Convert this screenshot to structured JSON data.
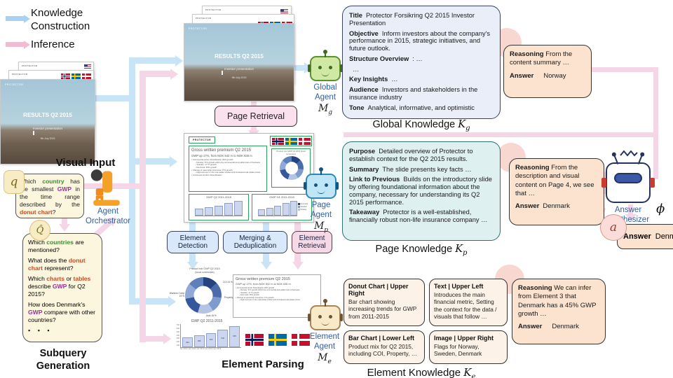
{
  "colors": {
    "flow_blue": "#c9e3f7",
    "flow_pink": "#f4d6e6",
    "term_green": "#3f8a34",
    "term_purple": "#9b2f9b",
    "term_red": "#cf4a1f",
    "agent_label_blue": "#2f5fa8",
    "global_box_bg": "#e9eef9",
    "page_box_bg": "#dff0f1",
    "element_card_bg": "#fdf2e7",
    "reasoning_bg": "#fbe3d0",
    "query_bg": "#fbf6dd",
    "annotation_green": "#2da05a"
  },
  "legend": {
    "knowledge": "Knowledge",
    "construction": "Construction",
    "inference": "Inference"
  },
  "visual_input": {
    "heading": "Visual Input",
    "q": "q",
    "qhat": "Q̂",
    "slide_cover": {
      "logo": "PROTECTOR",
      "title": "RESULTS Q2 2015",
      "subtitle": "Investor presentation",
      "date": "9th July 2015"
    },
    "question": {
      "t1": "Which ",
      "c1": "country",
      "t2": " has the smallest ",
      "c2": "GWP",
      "t3": " in the time range described by the ",
      "c3": "donut chart",
      "t4": "?"
    }
  },
  "orchestrator": {
    "line1": "Agent",
    "line2": "Orchestrator"
  },
  "subquery": {
    "label1": "Subquery",
    "label2": "Generation",
    "q1": {
      "t1": "Which ",
      "c1": "countries",
      "t2": " are mentioned?"
    },
    "q2": {
      "t1": "What does the ",
      "c1": "donut chart",
      "t2": " represent?"
    },
    "q3": {
      "t1": "Which ",
      "c1": "charts",
      "t2": " or ",
      "c2": "tables",
      "t3": " describe ",
      "c3": "GWP",
      "t4": " for Q2 2015?"
    },
    "q4": {
      "t1": "How does Denmark's ",
      "c1": "GWP",
      "t2": " compare with other countries?"
    },
    "more": "▪ ▪ ▪"
  },
  "page_retrieval": {
    "label": "Page Retrieval"
  },
  "annotated_slide": {
    "logo": "PROTECTOR",
    "title": "Gross written premium Q2 2015",
    "gwp_line": "GWP up 17%, from NOK 542 m to NOK 635 m",
    "bullets": [
      "Commercial sector Scandinavia: 20% growth",
      "Norway: 8 % growth within the commercial and public lines of business",
      "Sweden: 17 % growth",
      "Denmark: 45% growth",
      "Change of ownership insurance: 9 % growth",
      "High turnover in the real estate market and increased real estate prices",
      "Continued product diversification"
    ],
    "donut_title": "Product mix GWP Q2 2015 (local currencies)",
    "chart_q2": {
      "title": "GWP Q2 2011-2015",
      "values": [
        294,
        360,
        425,
        542,
        635
      ],
      "max": 700
    },
    "chart_h1": {
      "title": "GWP H1 2011-2015",
      "values": [
        560,
        680,
        820,
        1090,
        1300
      ],
      "max": 1400,
      "legend": [
        "Denmark",
        "Sweden",
        "Norway"
      ]
    },
    "page_num": "4"
  },
  "pipeline": {
    "det1": "Element",
    "det2": "Detection",
    "mer1": "Merging &",
    "mer2": "Deduplication",
    "ret1": "Element",
    "ret2": "Retrieval"
  },
  "element_parsing": {
    "label": "Element Parsing",
    "donut_t1": "Product mix GWP Q2 2015",
    "donut_t2": "(local currencies)",
    "donut_labels": {
      "coi": "COI 14 %",
      "property": "Property 15 %",
      "auto": "Auto 15 %",
      "workers": "Workers Comp 19 %"
    },
    "bar_title": "GWP Q2 2011-2015",
    "bar_values": [
      294,
      360,
      425,
      542,
      635
    ],
    "bar_max": 700,
    "y_ticks": "700\n600\n500\n400\n300\n200\n100",
    "x_ticks": "Q2 2011  Q2 2012  Q2 2013  Q2 2014  Q2 2015"
  },
  "agents": {
    "global": {
      "line1": "Global",
      "line2": "Agent",
      "sym": "M",
      "sub": "g"
    },
    "page": {
      "line1": "Page",
      "line2": "Agent",
      "sym": "M",
      "sub": "p"
    },
    "element": {
      "line1": "Element",
      "line2": "Agent",
      "sym": "M",
      "sub": "e"
    }
  },
  "global_knowledge": {
    "rows": [
      {
        "label": "Title",
        "text": "Protector Forsikring Q2 2015 Investor Presentation"
      },
      {
        "label": "Objective",
        "text": "Inform investors about the company's performance in 2015, strategic initiatives, and future outlook."
      },
      {
        "label": "Structure Overview",
        "text": ": …"
      },
      {
        "label": "",
        "text": "…"
      },
      {
        "label": "Key Insights",
        "text": "…"
      },
      {
        "label": "Audience",
        "text": "Investors and stakeholders in the insurance industry"
      },
      {
        "label": "Tone",
        "text": "Analytical, informative, and optimistic"
      }
    ],
    "caption_pre": "Global Knowledge ",
    "caption_sym": "K",
    "caption_sub": "g"
  },
  "page_knowledge": {
    "rows": [
      {
        "label": "Purpose",
        "text": "Detailed overview of Protector to establish context for the Q2 2015 results."
      },
      {
        "label": "Summary",
        "text": "The slide presents key facts …"
      },
      {
        "label": "Link to Previous",
        "text": "Builds on the introductory slide by offering foundational information about the company, necessary for understanding its Q2 2015 performance."
      },
      {
        "label": "Takeaway",
        "text": "Protector is a well-established, financially robust non-life insurance company …"
      }
    ],
    "caption_pre": "Page Knowledge ",
    "caption_sym": "K",
    "caption_sub": "p"
  },
  "element_knowledge": {
    "cards": [
      {
        "title": "Donut Chart | Upper Right",
        "body": "Bar chart showing increasing trends for GWP from 2011-2015"
      },
      {
        "title": "Text | Upper Left",
        "body": "Introduces the main financial metric, Setting the context for the data / visuals that follow …"
      },
      {
        "title": "Bar Chart | Lower Left",
        "body": "Product mix for Q2 2015, including COI, Property, …"
      },
      {
        "title": "Image | Upper Right",
        "body": "Flags for Norway, Sweden, Denmark"
      }
    ],
    "caption_pre": "Element Knowledge ",
    "caption_sym": "K",
    "caption_sub": "e"
  },
  "reasoning": {
    "r1": {
      "label": "Reasoning",
      "text": "From the content summary …",
      "answer_label": "Answer",
      "answer": "Norway"
    },
    "r2": {
      "label": "Reasoning",
      "text": "From the description and visual content on Page 4, we see that …",
      "answer_label": "Answer",
      "answer": "Denmark"
    },
    "r3": {
      "label": "Reasoning",
      "text": "We can infer from Element 3 that Denmark has a 45% GWP growth …",
      "answer_label": "Answer",
      "answer": "Denmark"
    }
  },
  "synthesizer": {
    "line1": "Answer",
    "line2": "Synthesizer",
    "phi": "ϕ",
    "a": "a",
    "answer_label": "Answer",
    "answer": "Denmark"
  }
}
